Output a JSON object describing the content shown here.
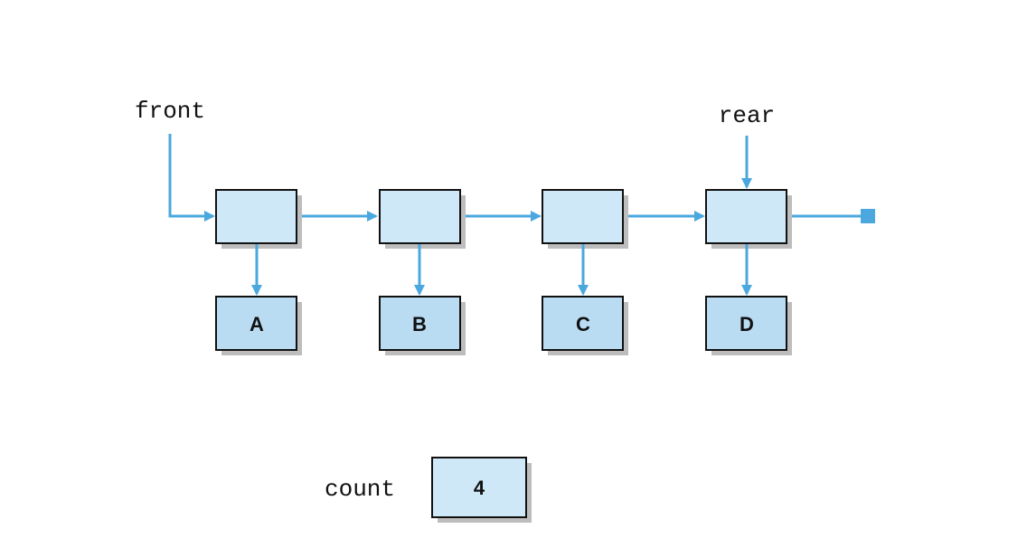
{
  "labels": {
    "front": "front",
    "rear": "rear",
    "count": "count"
  },
  "nodes": [
    {
      "id": "node-1",
      "data": "A"
    },
    {
      "id": "node-2",
      "data": "B"
    },
    {
      "id": "node-3",
      "data": "C"
    },
    {
      "id": "node-4",
      "data": "D"
    }
  ],
  "count_value": "4",
  "colors": {
    "node_fill": "#cfe8f7",
    "data_fill": "#b9dcf3",
    "arrow": "#4aa8de",
    "shadow": "#bdbdbd",
    "border": "#111111"
  }
}
